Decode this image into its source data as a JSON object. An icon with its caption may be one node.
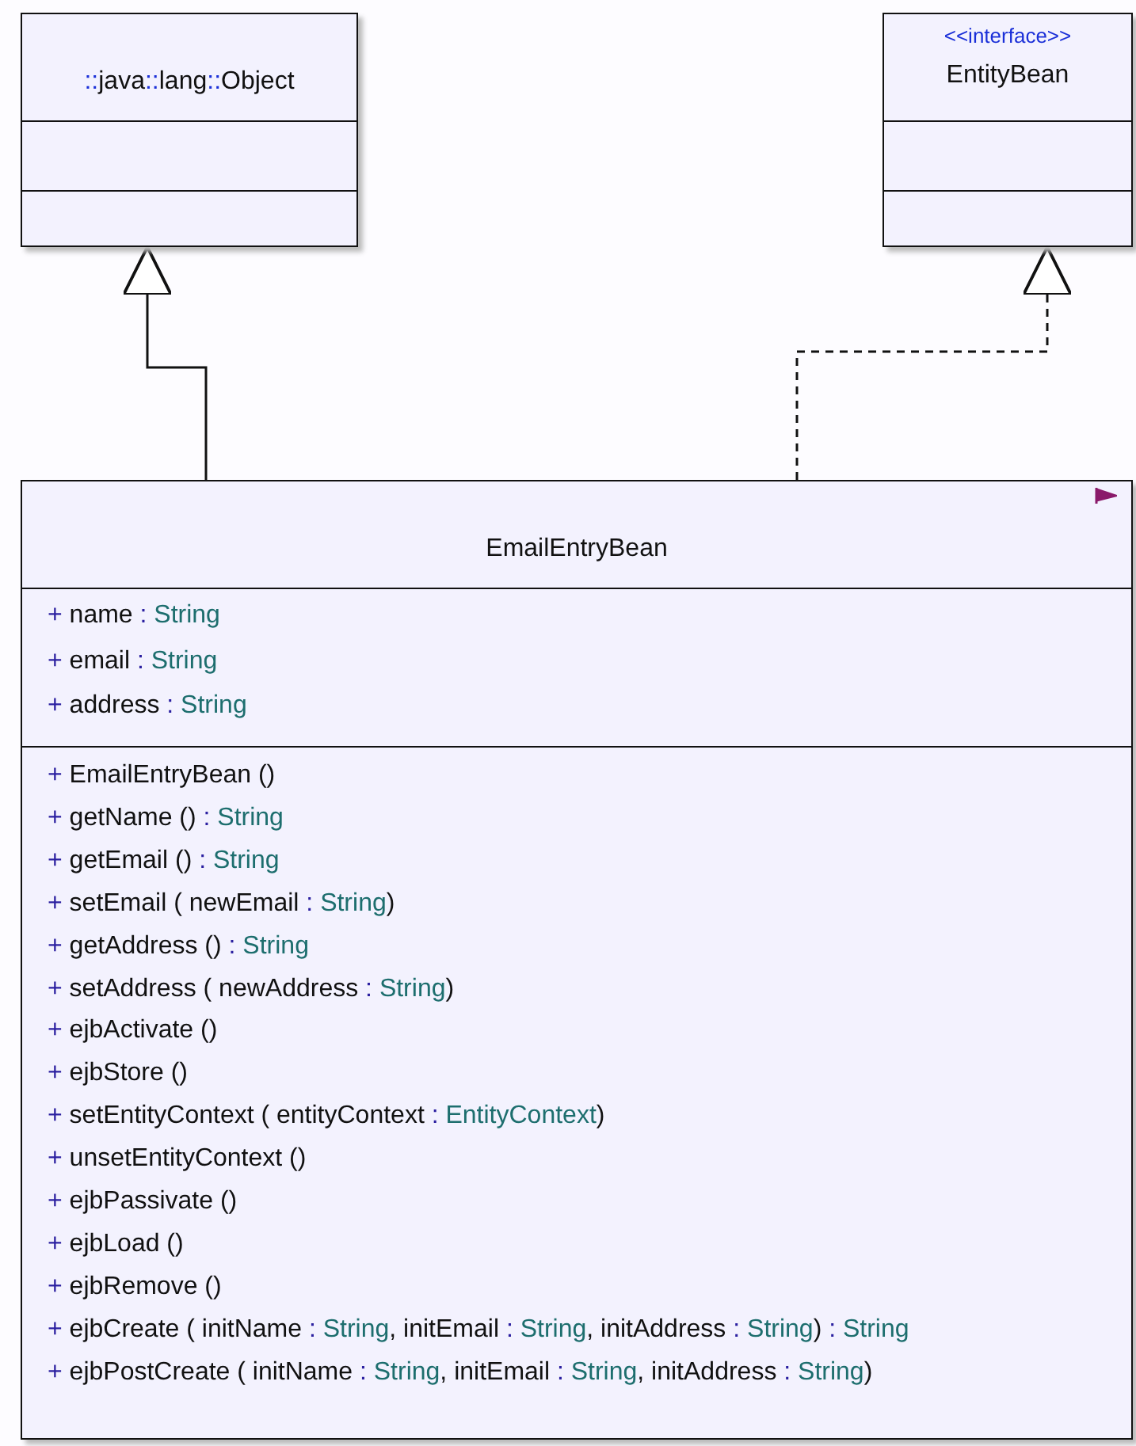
{
  "diagram": {
    "nodes": [
      {
        "text": [
          "::java::lang::Object"
        ]
      },
      {
        "text": [
          "<<interface>>",
          "EntityBean"
        ]
      },
      {
        "text": [
          "EmailEntryBean"
        ]
      },
      {
        "text": [
          "+ name : String",
          "+ email : String",
          "+ address : String"
        ],
        "in": 2
      },
      {
        "text": [
          "+ EmailEntryBean ()",
          "+ getName () : String",
          "+ getEmail () : String",
          "+ setEmail ( newEmail : String)",
          "+ getAddress () : String",
          "+ setAddress ( newAddress : String)",
          "+ ejbActivate ()",
          "+ ejbStore ()",
          "+ setEntityContext ( entityContext : EntityContext)",
          "+ unsetEntityContext ()",
          "+ ejbPassivate ()",
          "+ ejbLoad ()",
          "+ ejbRemove ()",
          "+ ejbCreate ( initName : String, initEmail : String, initAddress : String) : String",
          "+ ejbPostCreate ( initName : String, initEmail : String, initAddress : String)"
        ],
        "in": 2
      }
    ],
    "edges": [
      {
        "from": 2,
        "to": 0,
        "arrow": "to"
      },
      {
        "from": 2,
        "to": 1,
        "arrow": "to",
        "style": "dashed"
      }
    ]
  }
}
